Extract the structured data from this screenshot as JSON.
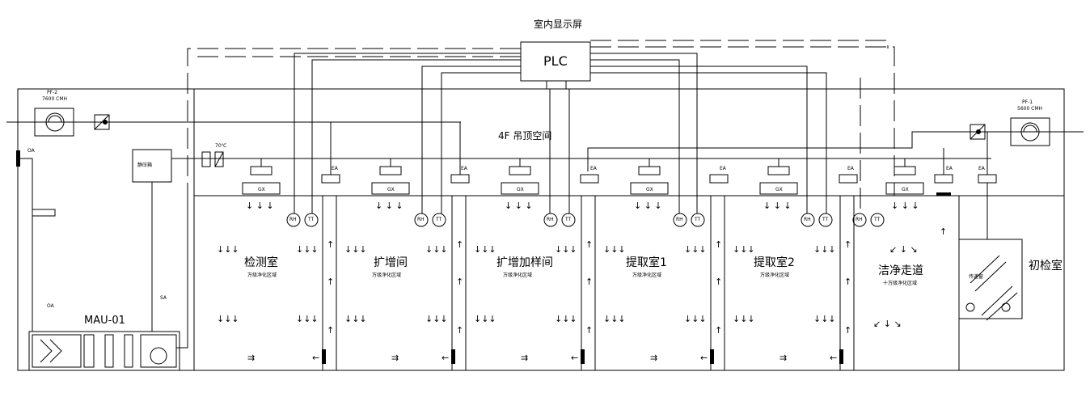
{
  "header": {
    "display_screen": "室内显示屏",
    "plc": "PLC",
    "ceiling": "4F 吊顶空间"
  },
  "fans": {
    "pf2_name": "PF-2",
    "pf2_flow": "7600 CMH",
    "pf1_name": "PF-1",
    "pf1_flow": "5600 CMH"
  },
  "equipment": {
    "mau": "MAU-01",
    "pressure_box": "静压箱",
    "damper_label": "70℃",
    "oa1": "OA",
    "oa2": "OA",
    "sa": "SA"
  },
  "hepa_label": "GX",
  "ea_label": "EA",
  "sensors": {
    "rh": "RH",
    "tt": "TT"
  },
  "rooms": [
    {
      "name": "检测室",
      "zone": "万级净化区域"
    },
    {
      "name": "扩增间",
      "zone": "万级净化区域"
    },
    {
      "name": "扩增加样间",
      "zone": "万级净化区域"
    },
    {
      "name": "提取室1",
      "zone": "万级净化区域"
    },
    {
      "name": "提取室2",
      "zone": "万级净化区域"
    },
    {
      "name": "洁净走道",
      "zone": "十万级净化区域"
    },
    {
      "name": "初检室",
      "zone": ""
    }
  ],
  "passbox_label": "传递窗"
}
